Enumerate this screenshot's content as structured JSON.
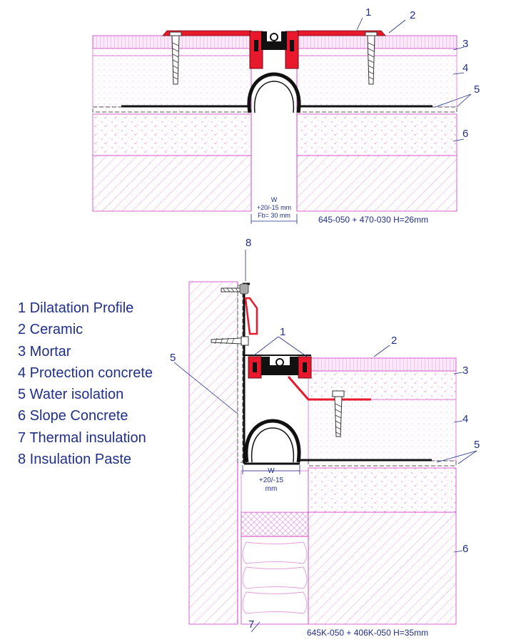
{
  "colors": {
    "label": "#1f2f8a",
    "profile": "#e8192c",
    "outline": "#d23cc8",
    "ceramic": "#e68fd9",
    "hatch": "#e8a0e0",
    "isolation": "#555555",
    "rubber": "#111111"
  },
  "top_detail": {
    "callouts": [
      "1",
      "2",
      "3",
      "4",
      "5",
      "6"
    ],
    "dim_w": "W",
    "dim_range": "+20/-15 mm",
    "dim_fb": "Fb= 30 mm",
    "model": "645-050 + 470-030 H=26mm"
  },
  "bottom_detail": {
    "callouts": [
      "8",
      "1",
      "2",
      "3",
      "4",
      "5",
      "5",
      "6",
      "7"
    ],
    "dim_w": "W",
    "dim_range": "+20/-15",
    "dim_unit": "mm",
    "model": "645K-050 + 406K-050 H=35mm"
  },
  "legend": [
    "1 Dilatation Profile",
    "2 Ceramic",
    "3 Mortar",
    "4 Protection concrete",
    "5 Water isolation",
    "6 Slope Concrete",
    "7 Thermal insulation",
    "8 Insulation Paste"
  ]
}
